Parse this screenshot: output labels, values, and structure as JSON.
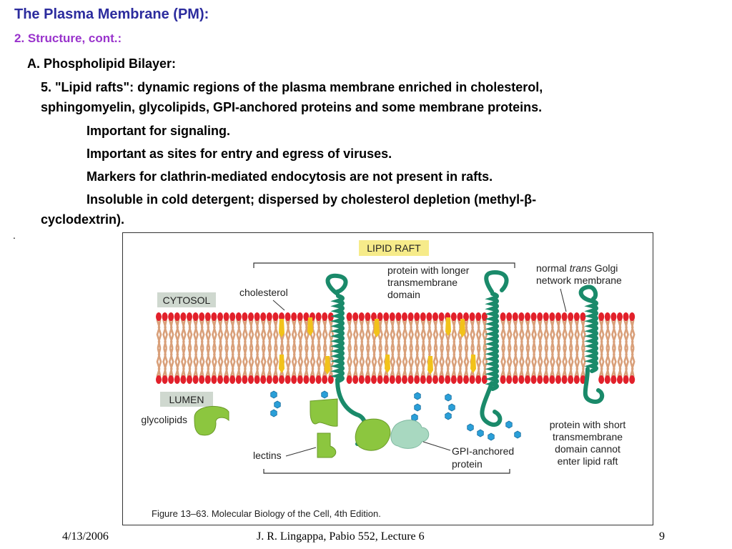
{
  "slide": {
    "title": "The Plasma Membrane (PM):",
    "subtitle": "2. Structure, cont.:",
    "section": "A. Phospholipid Bilayer:",
    "point_line1": "5.  \"Lipid rafts\":  dynamic regions of the plasma membrane enriched in cholesterol,",
    "point_line2": "sphingomyelin, glycolipids, GPI-anchored proteins and some membrane proteins.",
    "sub1": "Important for signaling.",
    "sub2": "Important as sites for entry and egress of viruses.",
    "sub3": "Markers for clathrin-mediated endocytosis are not present in rafts.",
    "sub4_line1": "Insoluble in cold detergent; dispersed by cholesterol depletion (methyl-β-",
    "sub4_line2": "cyclodextrin).",
    "bullet": "."
  },
  "figure": {
    "label_raft": "LIPID RAFT",
    "label_cytosol": "CYTOSOL",
    "label_lumen": "LUMEN",
    "label_cholesterol": "cholesterol",
    "label_long1": "protein with longer",
    "label_long2": "transmembrane",
    "label_long3": "domain",
    "label_normal1_a": "normal ",
    "label_normal1_b": "trans",
    "label_normal1_c": " Golgi",
    "label_normal2": "network membrane",
    "label_glycolipids": "glycolipids",
    "label_lectins": "lectins",
    "label_gpi1": "GPI-anchored",
    "label_gpi2": "protein",
    "label_short1": "protein with short",
    "label_short2": "transmembrane",
    "label_short3": "domain cannot",
    "label_short4": "enter lipid raft",
    "caption": "Figure 13–63. Molecular Biology of the Cell, 4th Edition.",
    "colors": {
      "head": "#e2202a",
      "tail": "#d9a07a",
      "cholesterol": "#f2c21a",
      "protein": "#1a8a6a",
      "sugar": "#2a9fd8",
      "lectin": "#8cc63f",
      "gpi": "#a8d8c0"
    }
  },
  "footer": {
    "date": "4/13/2006",
    "course": "J. R. Lingappa, Pabio 552, Lecture 6",
    "page": "9"
  }
}
